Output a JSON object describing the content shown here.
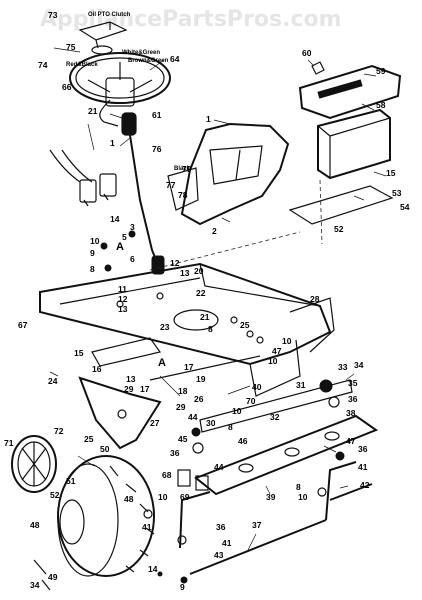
{
  "watermark": "AppliancePartsPros.com",
  "wire_labels": {
    "oil_ptc": "Oil PTO Clutch",
    "white_green": "White&Green",
    "brown_green": "Brown&Green",
    "red_black": "Red&Black",
    "black": "Black"
  },
  "section_markers": [
    "A",
    "A"
  ],
  "callouts": [
    {
      "id": "c73",
      "text": "73"
    },
    {
      "id": "c75",
      "text": "75"
    },
    {
      "id": "c74",
      "text": "74"
    },
    {
      "id": "c66",
      "text": "66"
    },
    {
      "id": "c64",
      "text": "64"
    },
    {
      "id": "c21a",
      "text": "21"
    },
    {
      "id": "c61",
      "text": "61"
    },
    {
      "id": "c1a",
      "text": "1"
    },
    {
      "id": "c1b",
      "text": "1"
    },
    {
      "id": "c76",
      "text": "76"
    },
    {
      "id": "c79",
      "text": "79"
    },
    {
      "id": "c77",
      "text": "77"
    },
    {
      "id": "c78",
      "text": "78"
    },
    {
      "id": "c60",
      "text": "60"
    },
    {
      "id": "c59",
      "text": "59"
    },
    {
      "id": "c58",
      "text": "58"
    },
    {
      "id": "c15a",
      "text": "15"
    },
    {
      "id": "c53",
      "text": "53"
    },
    {
      "id": "c54",
      "text": "54"
    },
    {
      "id": "c52a",
      "text": "52"
    },
    {
      "id": "c2",
      "text": "2"
    },
    {
      "id": "c14a",
      "text": "14"
    },
    {
      "id": "c10a",
      "text": "10"
    },
    {
      "id": "c3",
      "text": "3"
    },
    {
      "id": "c9",
      "text": "9"
    },
    {
      "id": "c5",
      "text": "5"
    },
    {
      "id": "c6",
      "text": "6"
    },
    {
      "id": "c8a",
      "text": "8"
    },
    {
      "id": "c12",
      "text": "12"
    },
    {
      "id": "c13a",
      "text": "13"
    },
    {
      "id": "c20",
      "text": "20"
    },
    {
      "id": "c11",
      "text": "11"
    },
    {
      "id": "c12b",
      "text": "12"
    },
    {
      "id": "c22",
      "text": "22"
    },
    {
      "id": "c13b",
      "text": "13"
    },
    {
      "id": "c28",
      "text": "28"
    },
    {
      "id": "c67",
      "text": "67"
    },
    {
      "id": "c15b",
      "text": "15"
    },
    {
      "id": "c16",
      "text": "16"
    },
    {
      "id": "c23",
      "text": "23"
    },
    {
      "id": "c21b",
      "text": "21"
    },
    {
      "id": "c8b",
      "text": "8"
    },
    {
      "id": "c25a",
      "text": "25"
    },
    {
      "id": "c10b",
      "text": "10"
    },
    {
      "id": "c47a",
      "text": "47"
    },
    {
      "id": "c10c",
      "text": "10"
    },
    {
      "id": "c33",
      "text": "33"
    },
    {
      "id": "c34a",
      "text": "34"
    },
    {
      "id": "c35",
      "text": "35"
    },
    {
      "id": "c36a",
      "text": "36"
    },
    {
      "id": "c38",
      "text": "38"
    },
    {
      "id": "c31",
      "text": "31"
    },
    {
      "id": "c40",
      "text": "40"
    },
    {
      "id": "c24",
      "text": "24"
    },
    {
      "id": "c13c",
      "text": "13"
    },
    {
      "id": "c17a",
      "text": "17"
    },
    {
      "id": "c17b",
      "text": "17"
    },
    {
      "id": "c19",
      "text": "19"
    },
    {
      "id": "c29a",
      "text": "29"
    },
    {
      "id": "c18",
      "text": "18"
    },
    {
      "id": "c26",
      "text": "26"
    },
    {
      "id": "c29b",
      "text": "29"
    },
    {
      "id": "c70",
      "text": "70"
    },
    {
      "id": "c32",
      "text": "32"
    },
    {
      "id": "c44a",
      "text": "44"
    },
    {
      "id": "c10d",
      "text": "10"
    },
    {
      "id": "c30",
      "text": "30"
    },
    {
      "id": "c8c",
      "text": "8"
    },
    {
      "id": "c45",
      "text": "45"
    },
    {
      "id": "c46",
      "text": "46"
    },
    {
      "id": "c36b",
      "text": "36"
    },
    {
      "id": "c47b",
      "text": "47"
    },
    {
      "id": "c36c",
      "text": "36"
    },
    {
      "id": "c27",
      "text": "27"
    },
    {
      "id": "c25b",
      "text": "25"
    },
    {
      "id": "c71",
      "text": "71"
    },
    {
      "id": "c72",
      "text": "72"
    },
    {
      "id": "c50",
      "text": "50"
    },
    {
      "id": "c68",
      "text": "68"
    },
    {
      "id": "c44b",
      "text": "44"
    },
    {
      "id": "c39",
      "text": "39"
    },
    {
      "id": "c41a",
      "text": "41"
    },
    {
      "id": "c8d",
      "text": "8"
    },
    {
      "id": "c42",
      "text": "42"
    },
    {
      "id": "c51",
      "text": "51"
    },
    {
      "id": "c48a",
      "text": "48"
    },
    {
      "id": "c41b",
      "text": "41"
    },
    {
      "id": "c10e",
      "text": "10"
    },
    {
      "id": "c69",
      "text": "69"
    },
    {
      "id": "c36d",
      "text": "36"
    },
    {
      "id": "c43",
      "text": "43"
    },
    {
      "id": "c10f",
      "text": "10"
    },
    {
      "id": "c41c",
      "text": "41"
    },
    {
      "id": "c37",
      "text": "37"
    },
    {
      "id": "c52b",
      "text": "52"
    },
    {
      "id": "c48b",
      "text": "48"
    },
    {
      "id": "c34b",
      "text": "34"
    },
    {
      "id": "c49",
      "text": "49"
    },
    {
      "id": "c14b",
      "text": "14"
    },
    {
      "id": "c9b",
      "text": "9"
    }
  ]
}
